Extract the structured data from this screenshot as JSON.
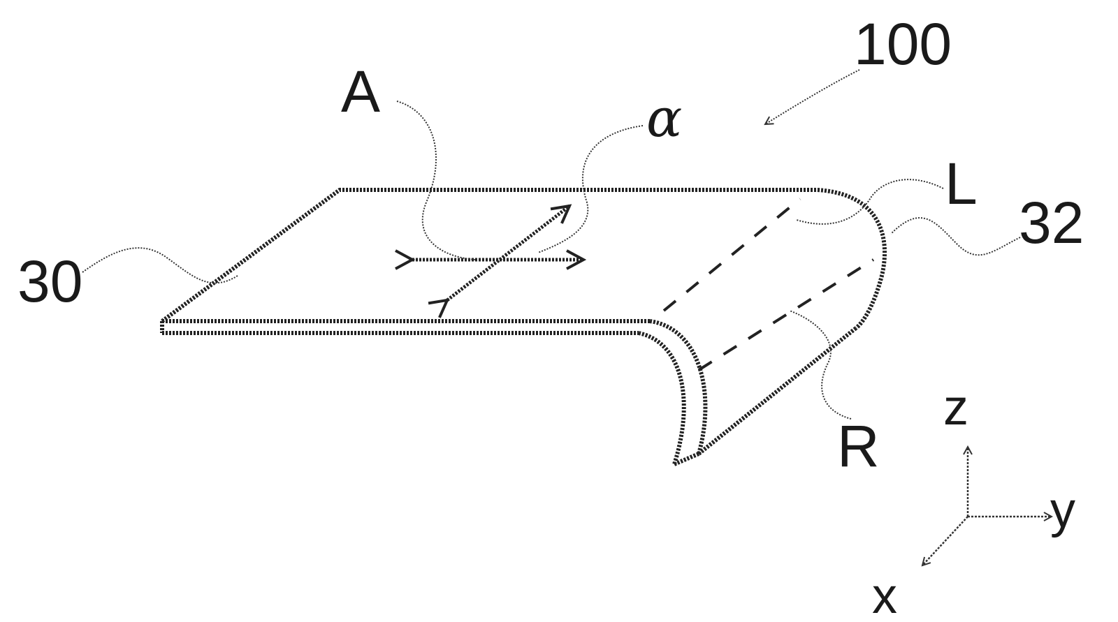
{
  "figure": {
    "ref_assembly": "100",
    "ref_panel": "30",
    "ref_bent_portion": "32",
    "label_A": "A",
    "label_alpha": "α",
    "label_L": "L",
    "label_R": "R"
  },
  "axes": {
    "z": "z",
    "y": "y",
    "x": "x"
  }
}
